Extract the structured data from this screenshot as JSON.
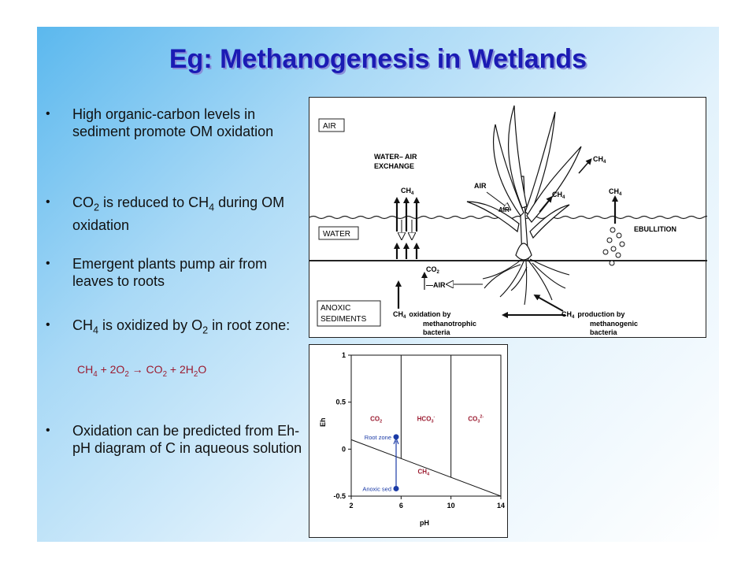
{
  "title": "Eg: Methanogenesis in Wetlands",
  "bullets": {
    "b1": "High organic-carbon levels in sediment promote OM oxidation",
    "b2": {
      "pre": "CO",
      "s1": "2",
      "mid": " is reduced to CH",
      "s2": "4",
      "post": " during OM oxidation"
    },
    "b3": "Emergent plants pump air from leaves to roots",
    "b4": {
      "pre": "CH",
      "s1": "4",
      "mid": " is oxidized by O",
      "s2": "2",
      "post": " in root zone:"
    },
    "b4_formula": {
      "a": "CH",
      "a_sub": "4",
      "b": " + 2O",
      "b_sub": "2",
      "c": " → CO",
      "c_sub": "2",
      "d": " + 2H",
      "d_sub": "2",
      "e": "O"
    },
    "b5": "Oxidation can be predicted from Eh-pH diagram of C in aqueous solution"
  },
  "plant_diagram": {
    "zone_air": "AIR",
    "zone_water": "WATER",
    "zone_sediment_1": "ANOXIC",
    "zone_sediment_2": "SEDIMENTS",
    "exchange_1": "WATER– AIR",
    "exchange_2": "EXCHANGE",
    "ch4": "CH",
    "ch4_sub": "4",
    "co2": "CO",
    "co2_sub": "2",
    "air_label": "AIR",
    "air_arrow_label": "—AIR",
    "ebullition": "EBULLITION",
    "oxidation_1": "oxidation by",
    "oxidation_2": "methanotrophic",
    "oxidation_3": "bacteria",
    "production_1": "production by",
    "production_2": "methanogenic",
    "production_3": "bacteria"
  },
  "chart_data": {
    "type": "scatter",
    "xlabel": "pH",
    "ylabel": "Eh",
    "xlim": [
      2,
      14
    ],
    "ylim": [
      -0.5,
      1
    ],
    "x_ticks": [
      2,
      6,
      10,
      14
    ],
    "y_ticks": [
      1,
      0.5,
      0,
      -0.5
    ],
    "x_tick_labels": [
      "2",
      "6",
      "10",
      "14"
    ],
    "y_tick_labels": [
      "1",
      "0.5",
      "0",
      "-0.5"
    ],
    "boundaries": [
      {
        "x": [
          2,
          14
        ],
        "y": [
          0.1,
          -0.5
        ]
      },
      {
        "x": [
          6,
          6
        ],
        "y": [
          -0.1,
          1
        ]
      },
      {
        "x": [
          10,
          10
        ],
        "y": [
          -0.3,
          1
        ]
      }
    ],
    "regions": [
      {
        "name": "CO",
        "sub": "2",
        "sup": "",
        "x": 4.0,
        "y": 0.3
      },
      {
        "name": "HCO",
        "sub": "3",
        "sup": "-",
        "x": 8.0,
        "y": 0.3
      },
      {
        "name": "CO",
        "sub": "3",
        "sup": "2-",
        "x": 12.0,
        "y": 0.3
      },
      {
        "name": "CH",
        "sub": "4",
        "sup": "",
        "x": 7.8,
        "y": -0.26
      }
    ],
    "points": [
      {
        "name": "Root zone",
        "x": 5.6,
        "y": 0.13
      },
      {
        "name": "Anoxic sed",
        "x": 5.6,
        "y": -0.42
      }
    ],
    "colors": {
      "point": "#1a3aa6",
      "region": "#9b1b30"
    }
  }
}
